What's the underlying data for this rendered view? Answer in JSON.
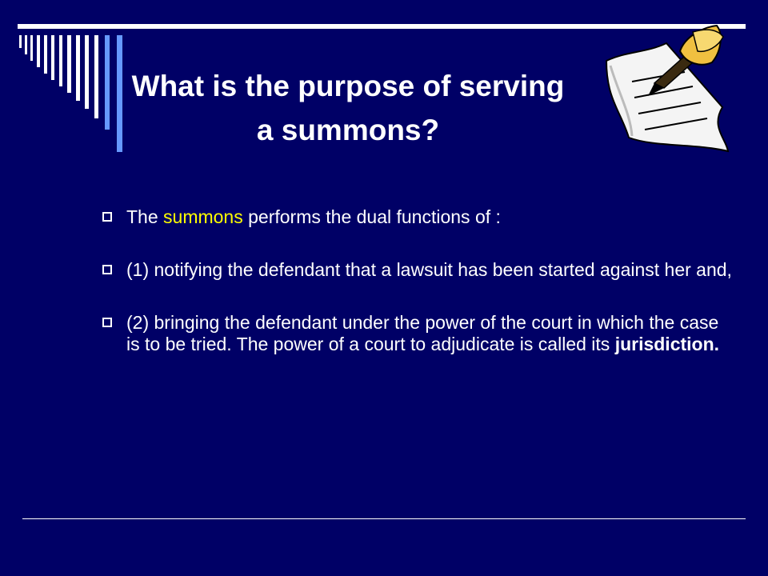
{
  "slide": {
    "title": "What is the purpose of serving a summons?",
    "bullets": [
      {
        "before": "The ",
        "highlight": "summons",
        "after": " performs the dual functions of :"
      },
      {
        "text": "(1) notifying the defendant that a lawsuit has been started against her and,"
      },
      {
        "text": "(2) bringing the defendant under the power of the court in which the case is to be tried.  The power of a court to adjudicate is called its ",
        "bold": "jurisdiction."
      }
    ]
  },
  "colors": {
    "background": "#000066",
    "text": "#ffffff",
    "highlight": "#ffff00",
    "stripe_accent": "#6699ff"
  },
  "icons": {
    "decoration": "quill-and-paper-icon",
    "bullet": "square-bullet-icon"
  }
}
